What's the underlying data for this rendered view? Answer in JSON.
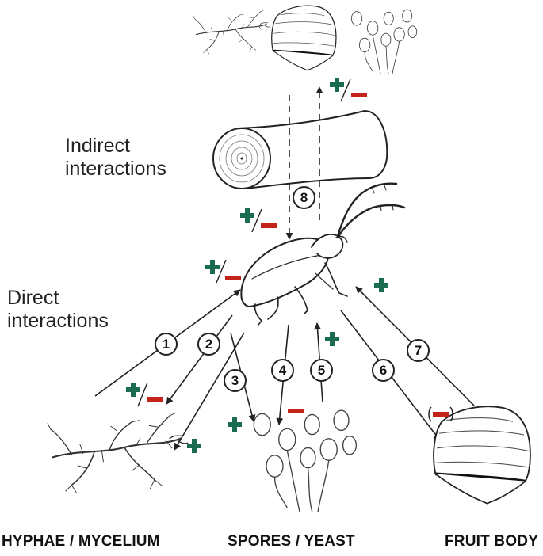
{
  "labels": {
    "indirect_line1": "Indirect",
    "indirect_line2": "interactions",
    "direct_line1": "Direct",
    "direct_line2": "interactions",
    "hyphae": "HYPHAE / MYCELIUM",
    "spores": "SPORES / YEAST",
    "fruit_body": "FRUIT BODY"
  },
  "pathways": [
    {
      "number": "1",
      "effect": "+/-"
    },
    {
      "number": "2",
      "effect": "+/-"
    },
    {
      "number": "3",
      "effect": "+"
    },
    {
      "number": "4",
      "effect": "-"
    },
    {
      "number": "5",
      "effect": "+"
    },
    {
      "number": "6",
      "effect": "(-)"
    },
    {
      "number": "7",
      "effect": "+"
    },
    {
      "number": "8",
      "effect": "+/-"
    }
  ],
  "colors": {
    "plus": "#1a6b52",
    "minus": "#c4231b",
    "line": "#222222"
  },
  "icons": [
    "beetle-icon",
    "log-icon",
    "hyphae-icon",
    "spores-icon",
    "fruit-body-icon"
  ]
}
